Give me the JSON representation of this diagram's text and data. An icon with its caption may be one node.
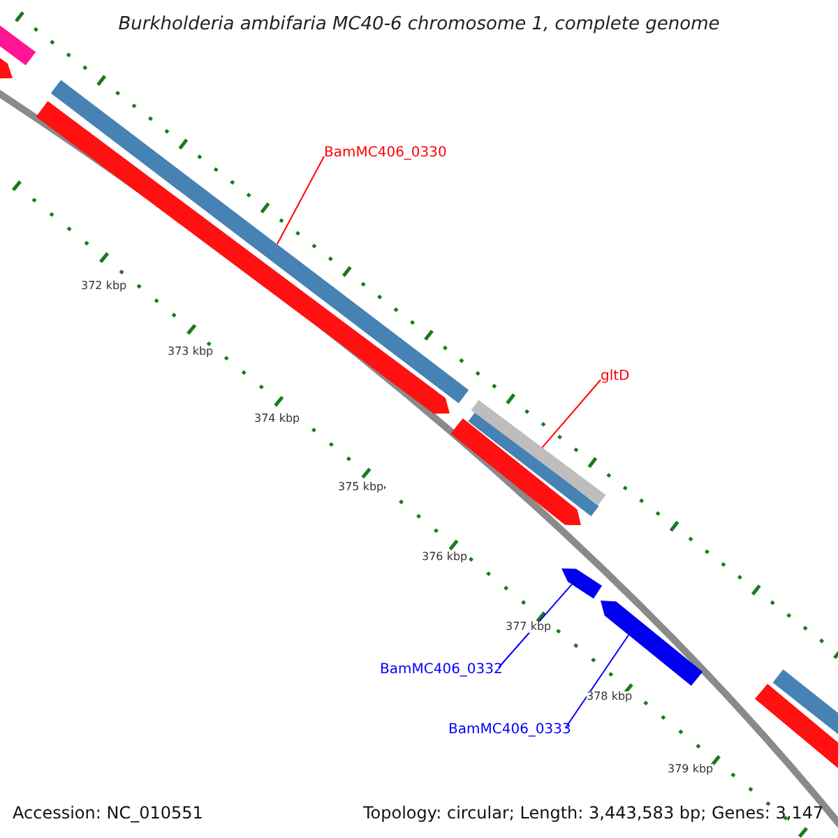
{
  "diagram": {
    "title": "Burkholderia ambifaria MC40-6 chromosome 1, complete genome",
    "nodes": [
      {
        "text": [
          "BamMC406_0330"
        ]
      },
      {
        "text": [],
        "shape": "bar"
      },
      {
        "text": [
          "gltD"
        ]
      },
      {
        "text": [],
        "shape": "bar"
      },
      {
        "text": [
          "BamMC406_0332"
        ]
      },
      {
        "text": [],
        "shape": "arrow"
      },
      {
        "text": [
          "BamMC406_0333"
        ]
      },
      {
        "text": [],
        "shape": "arrow"
      }
    ],
    "edges": [
      {
        "from": 0,
        "to": 1,
        "arrow": "none",
        "color": "#ff0000"
      },
      {
        "from": 2,
        "to": 3,
        "arrow": "none",
        "color": "#ff0000"
      },
      {
        "from": 4,
        "to": 5,
        "arrow": "none",
        "color": "#0000ff"
      },
      {
        "from": 6,
        "to": 7,
        "arrow": "none",
        "color": "#0000ff"
      }
    ],
    "labels": [
      "372 kbp",
      "373 kbp",
      "374 kbp",
      "375 kbp",
      "376 kbp",
      "377 kbp",
      "378 kbp",
      "379 kbp",
      "Accession: NC_010551",
      "Topology: circular; Length: 3,443,583 bp; Genes: 3,147"
    ]
  }
}
